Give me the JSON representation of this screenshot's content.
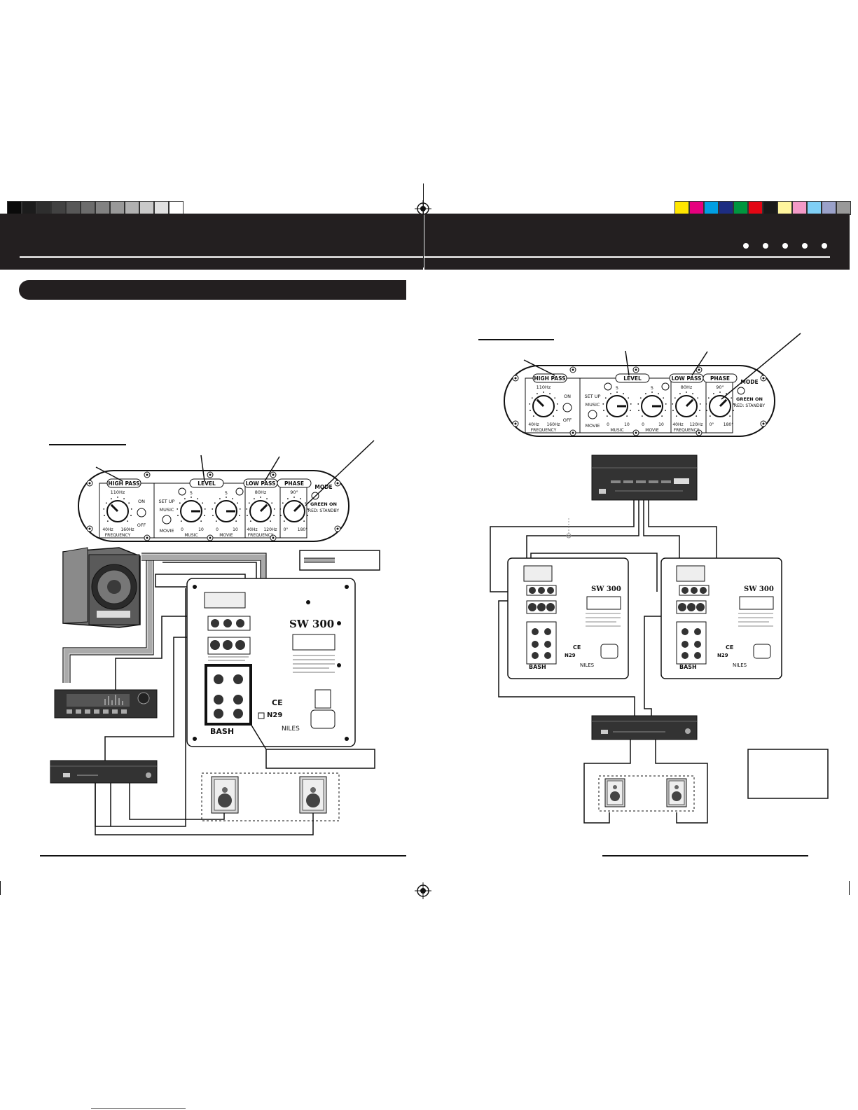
{
  "swatches": {
    "gray": [
      "#0a0a0a",
      "#1c1c1c",
      "#2e2e2e",
      "#424242",
      "#575757",
      "#6c6c6c",
      "#828282",
      "#999999",
      "#b1b1b1",
      "#c9c9c9",
      "#e1e1e1",
      "#ffffff"
    ],
    "color": [
      "#ffe600",
      "#e6007e",
      "#009fe3",
      "#1d2d82",
      "#00963f",
      "#e30613",
      "#1a1a1a",
      "#fff59d",
      "#f39ac7",
      "#7fcff5",
      "#9aa1c9",
      "#999999"
    ]
  },
  "panel": {
    "high_pass": "HIGH PASS",
    "level": "LEVEL",
    "low_pass": "LOW PASS",
    "phase": "PHASE",
    "mode": "MODE",
    "hp_top": "110Hz",
    "hp_left": "40Hz",
    "hp_right": "160Hz",
    "frequency": "FREQUENCY",
    "on": "ON",
    "off": "OFF",
    "set_up": "SET UP",
    "music_small": "MUSIC",
    "movie_small": "MOVIE",
    "lvl_5": "5",
    "lvl_0": "0",
    "lvl_10": "10",
    "music": "MUSIC",
    "movie": "MOVIE",
    "lp_top": "80Hz",
    "lp_left": "40Hz",
    "lp_right": "120Hz",
    "ph_top": "90°",
    "ph_left": "0°",
    "ph_right": "180°",
    "green_on": "GREEN ON",
    "red_standby": "RED: STANDBY"
  },
  "rear": {
    "model": "SW 300",
    "brand": "BASH",
    "niles": "NILES",
    "cert": "N29",
    "ce": "CE"
  },
  "decor": {
    "registration_mark": "registration-target",
    "dots": 5
  }
}
